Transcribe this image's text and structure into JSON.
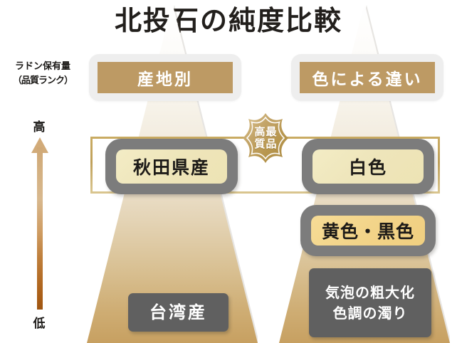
{
  "page": {
    "title": "北投石の純度比較",
    "bg_color": "#ffffff"
  },
  "axis": {
    "caption_line1": "ラドン保有量",
    "caption_line2": "（品質ランク）",
    "high_label": "高",
    "low_label": "低",
    "arrow_top_color": "#d2ab79",
    "arrow_bottom_color": "#9e5612",
    "arrow_icon": "up-arrow-icon"
  },
  "badge": {
    "line1_right": "最",
    "line1_left": "高",
    "line2_right": "品",
    "line2_left": "質",
    "text": "最高品質",
    "gold_light": "#d8c28d",
    "gold_dark": "#ab8b4e"
  },
  "columns": [
    {
      "id": "origin",
      "header": "産地別",
      "header_bg": "#bd9a64",
      "header_frame_bg": "#eeeeee",
      "tiers": [
        {
          "rank": "top",
          "label": "秋田県産",
          "style": "cream-plaque",
          "bg": "#eee5ba"
        },
        {
          "rank": "bottom",
          "label": "台湾産",
          "style": "gray-box",
          "bg": "#606060"
        }
      ]
    },
    {
      "id": "color",
      "header": "色による違い",
      "header_bg": "#bd9a64",
      "header_frame_bg": "#eeeeee",
      "tiers": [
        {
          "rank": "top",
          "label": "白色",
          "style": "cream-plaque",
          "bg": "#eee5ba"
        },
        {
          "rank": "middle",
          "label": "黄色・黒色",
          "style": "yellow-plaque",
          "bg": "#f2d388"
        },
        {
          "rank": "bottom",
          "label_line1": "気泡の粗大化",
          "label_line2": "色調の濁り",
          "style": "gray-box",
          "bg": "#606060"
        }
      ]
    }
  ],
  "frame": {
    "gold_border_color": "#c2a45e"
  }
}
